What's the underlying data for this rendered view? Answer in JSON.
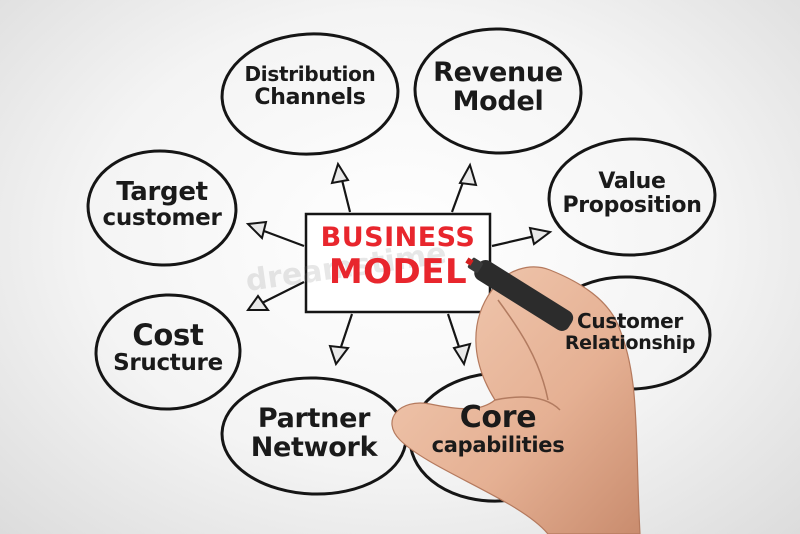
{
  "center": {
    "line1": "BUSINESS",
    "line2": "MODEL"
  },
  "nodes": {
    "distribution": {
      "line1": "Distribution",
      "line2": "Channels"
    },
    "revenue": {
      "line1": "Revenue",
      "line2": "Model"
    },
    "value": {
      "line1": "Value",
      "line2": "Proposition"
    },
    "target": {
      "line1": "Target",
      "line2": "customer"
    },
    "cost": {
      "line1": "Cost",
      "line2": "Sructure"
    },
    "partner": {
      "line1": "Partner",
      "line2": "Network"
    },
    "core": {
      "line1": "Core",
      "line2": "capabilities"
    },
    "relationship": {
      "line1": "Customer",
      "line2": "Relationship"
    }
  },
  "watermark": "dreamstime",
  "colors": {
    "center_text": "#e8262d",
    "ink": "#1a1a1a",
    "skin": "#e9b79a"
  }
}
